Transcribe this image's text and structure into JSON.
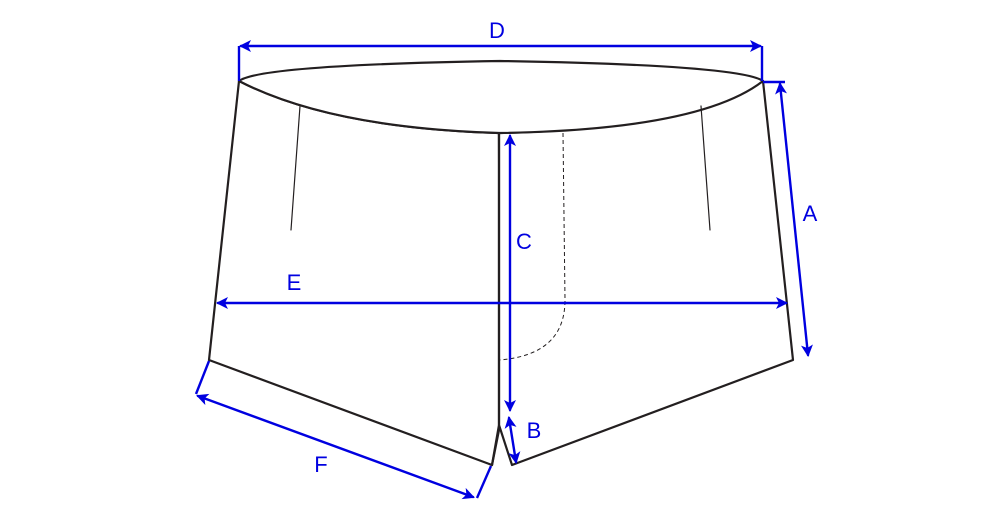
{
  "colors": {
    "outline": "#231f20",
    "measure": "#0000e0",
    "background": "#ffffff"
  },
  "labels": {
    "a": "A",
    "b": "B",
    "c": "C",
    "d": "D",
    "e": "E",
    "f": "F"
  }
}
